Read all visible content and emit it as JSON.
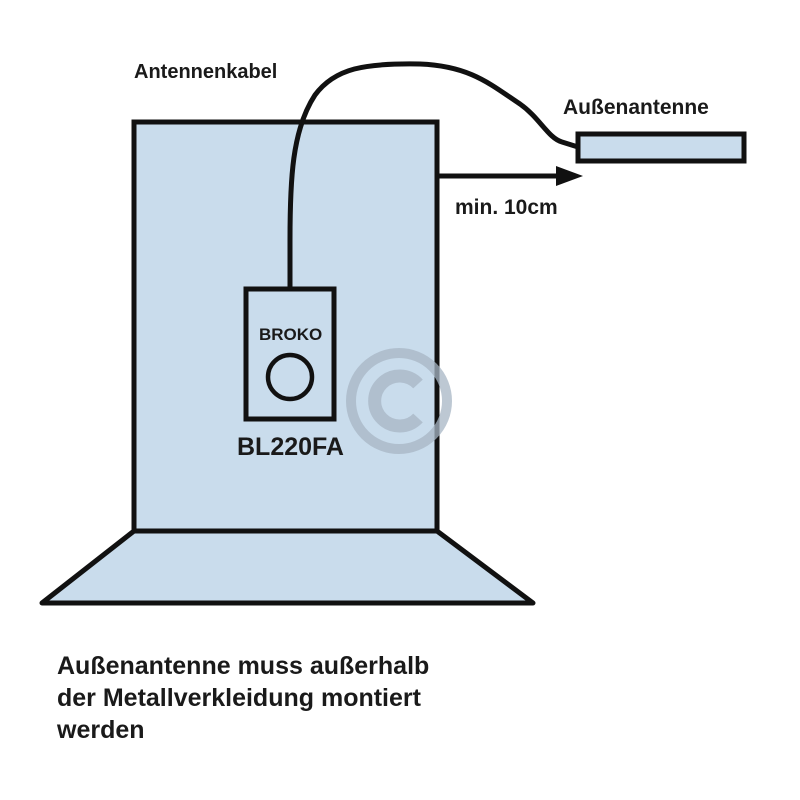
{
  "diagram": {
    "labels": {
      "cable": "Antennenkabel",
      "external_antenna": "Außenantenne",
      "min_distance": "min. 10cm",
      "module_brand": "BROKO",
      "module_model": "BL220FA"
    },
    "caption": {
      "lines": [
        "Außenantenne muss außerhalb",
        "der Metallverkleidung montiert",
        "werden"
      ]
    },
    "colors": {
      "fill": "#c9dcec",
      "stroke": "#111111",
      "text": "#1a1a1a",
      "watermark": "#a7b6c4"
    },
    "watermark": {
      "symbol": "copyright-icon"
    }
  }
}
